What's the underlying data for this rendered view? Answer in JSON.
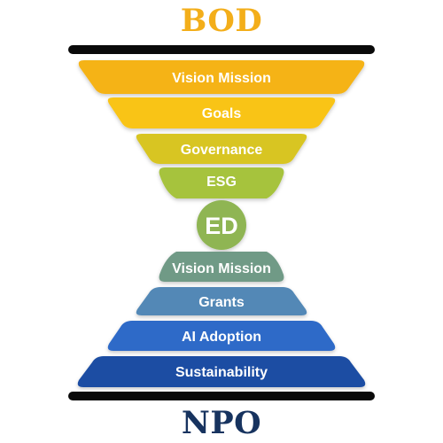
{
  "diagram": {
    "top_heading": "BOD",
    "bottom_heading": "NPO",
    "center_label": "ED",
    "top_tiers": [
      {
        "label": "Vision Mission"
      },
      {
        "label": "Goals"
      },
      {
        "label": "Governance"
      },
      {
        "label": "ESG"
      }
    ],
    "bottom_tiers": [
      {
        "label": "Vision Mission"
      },
      {
        "label": "Grants"
      },
      {
        "label": "AI Adoption"
      },
      {
        "label": "Sustainability"
      }
    ]
  },
  "colors": {
    "top_heading": "#f3ae1a",
    "bottom_heading": "#17335f",
    "bar": "#0a0a0a",
    "top_tiers": [
      "#f5b318",
      "#f9c416",
      "#d8c522",
      "#a6c33c"
    ],
    "center_circle": "#8fb553",
    "bottom_tiers": [
      "#6f9a86",
      "#5388b6",
      "#2f6ac8",
      "#1b4ea3"
    ]
  }
}
